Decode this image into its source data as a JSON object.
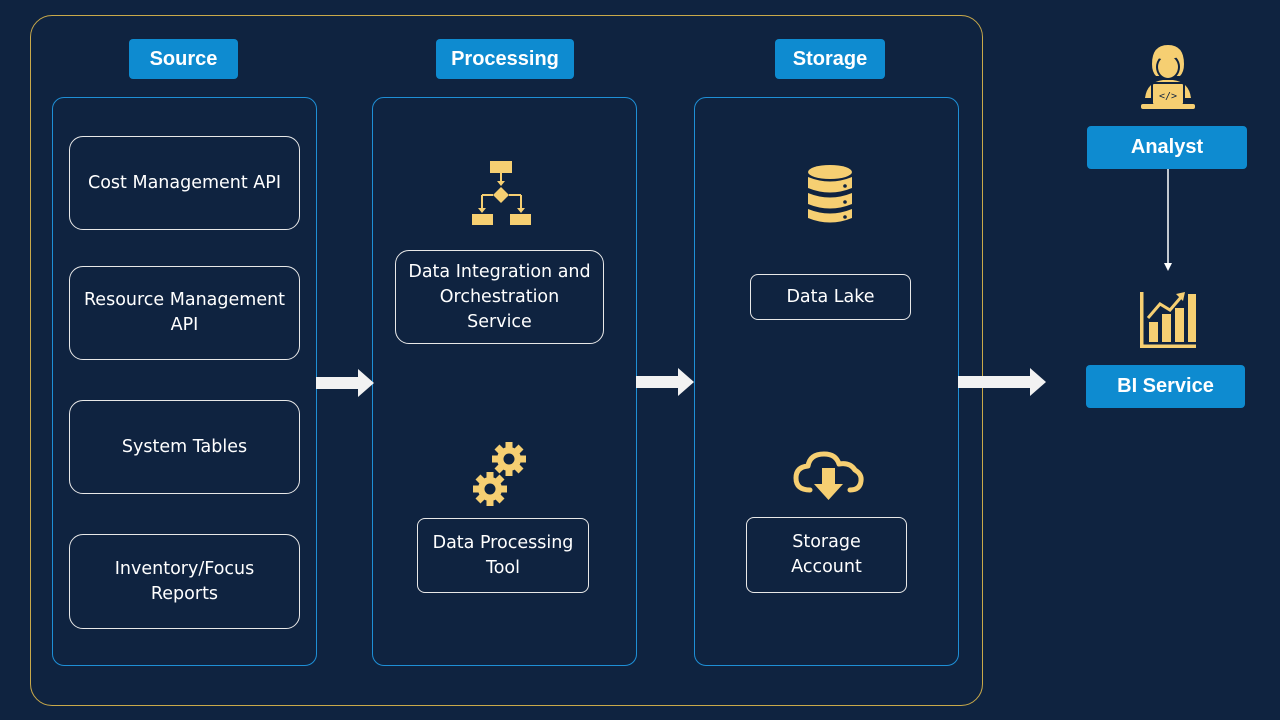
{
  "columns": {
    "source": {
      "header": "Source",
      "nodes": [
        "Cost Management API",
        "Resource Management\nAPI",
        "System Tables",
        "Inventory/Focus\nReports"
      ]
    },
    "processing": {
      "header": "Processing",
      "nodes": [
        "Data Integration and\nOrchestration\nService",
        "Data Processing\nTool"
      ],
      "icons": [
        "flowchart-icon",
        "gears-icon"
      ]
    },
    "storage": {
      "header": "Storage",
      "nodes": [
        "Data Lake",
        "Storage\nAccount"
      ],
      "icons": [
        "database-icon",
        "cloud-download-icon"
      ]
    }
  },
  "consumers": {
    "analyst_label": "Analyst",
    "analyst_icon": "analyst-person-icon",
    "bi_label": "BI Service",
    "bi_icon": "bar-chart-icon"
  },
  "colors": {
    "background": "#0f2340",
    "accent_blue": "#0e8bd0",
    "panel_border": "#1e8fd6",
    "frame_border": "#c9a94a",
    "icon_gold": "#f6cf72"
  }
}
